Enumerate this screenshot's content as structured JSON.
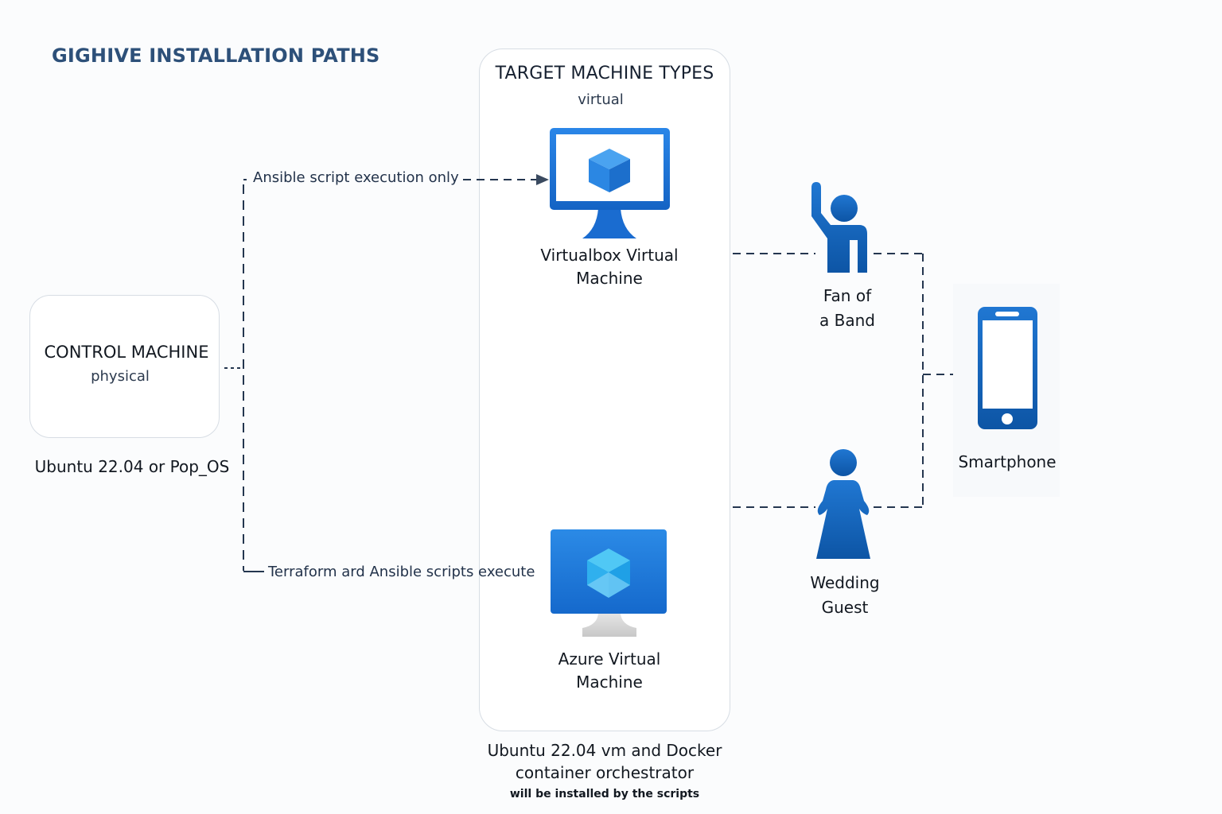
{
  "diagram": {
    "title": "GIGHIVE INSTALLATION PATHS",
    "control_machine": {
      "title": "CONTROL MACHINE",
      "subtitle": "physical",
      "os": "Ubuntu 22.04 or Pop_OS"
    },
    "target_machines": {
      "title": "TARGET MACHINE TYPES",
      "subtitle": "virtual",
      "nodes": [
        {
          "label_line1": "Virtualbox Virtual",
          "label_line2": "Machine",
          "icon": "virtualbox-monitor-icon"
        },
        {
          "label_line1": "Azure Virtual",
          "label_line2": "Machine",
          "icon": "azure-vm-monitor-icon"
        }
      ],
      "footer_line1": "Ubuntu 22.04 vm and Docker",
      "footer_line2": "container orchestrator",
      "footer_note": "will be installed by the scripts"
    },
    "edges": [
      {
        "label": "Ansible script execution only",
        "from": "control_machine",
        "to": "virtualbox_vm",
        "style": "dashed",
        "arrow": true
      },
      {
        "label": "Terraform ard Ansible scripts execute",
        "from": "control_machine",
        "to": "azure_vm",
        "style": "dashed-solid",
        "arrow": false
      }
    ],
    "users": [
      {
        "label_line1": "Fan of",
        "label_line2": "a Band",
        "icon": "person-raised-hand-icon"
      },
      {
        "label_line1": "Wedding",
        "label_line2": "Guest",
        "icon": "person-dress-icon"
      }
    ],
    "device": {
      "label": "Smartphone",
      "icon": "smartphone-icon"
    },
    "colors": {
      "title": "#2d5079",
      "icon_blue": "#1a6fcf",
      "icon_dark_blue": "#0f5aaa",
      "connector": "#24364f",
      "box_border": "#d7dde4"
    }
  }
}
